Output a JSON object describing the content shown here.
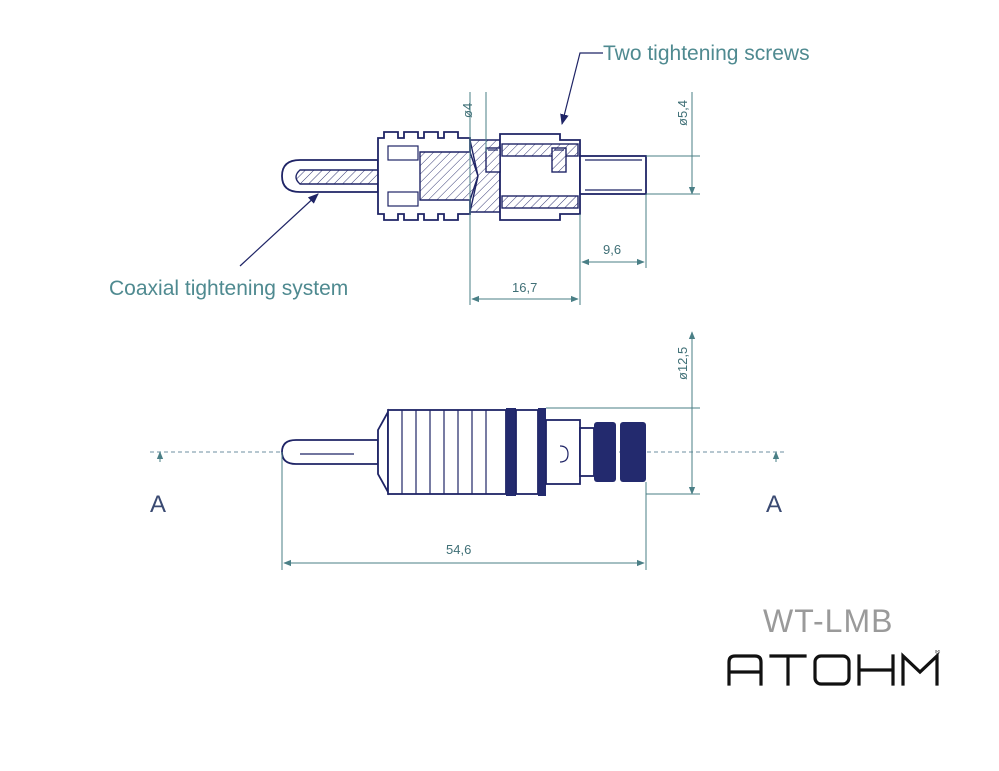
{
  "callouts": {
    "screws": "Two tightening screws",
    "coaxial": "Coaxial tightening system"
  },
  "dimensions": {
    "d4": "ø4",
    "d54": "ø5,4",
    "d96": "9,6",
    "d167": "16,7",
    "d125": "ø12,5",
    "d546": "54,6"
  },
  "section_marks": {
    "left": "A",
    "right": "A"
  },
  "model": "WT-LMB",
  "brand": {
    "name": "ATOHM",
    "registered": "®"
  },
  "colors": {
    "ink": "#1f2466",
    "dimension": "#4a7f86",
    "callout_text": "#4f8a90",
    "model_text": "#9a9a9a",
    "brand": "#111111"
  }
}
